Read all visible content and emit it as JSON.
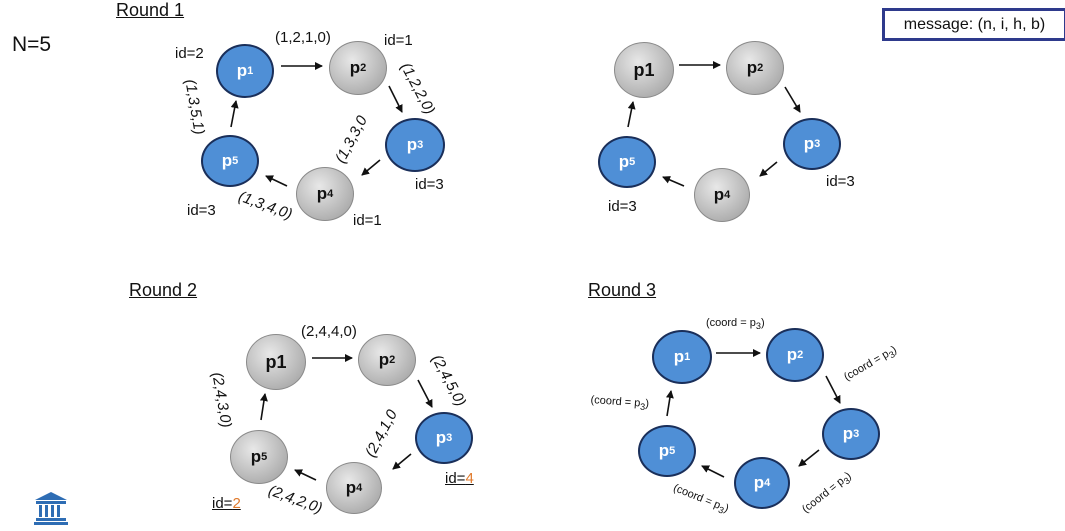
{
  "n_label": "N=5",
  "message_box": "message: (n, i, h, b)",
  "rounds": {
    "r1": {
      "title": "Round 1"
    },
    "r2": {
      "title": "Round 2"
    },
    "r3": {
      "title": "Round 3"
    }
  },
  "diagram1": {
    "nodes": {
      "p1": "p",
      "p2": "p",
      "p3": "p",
      "p4": "p",
      "p5": "p"
    },
    "subs": {
      "p1": "1",
      "p2": "2",
      "p3": "3",
      "p4": "4",
      "p5": "5"
    },
    "ids": {
      "p1": "id=2",
      "p2": "id=1",
      "p3": "id=3",
      "p4": "id=1",
      "p5": "id=3"
    },
    "msgs": {
      "m12": "(1,2,1,0)",
      "m23": "(1,2,2,0)",
      "m34": "(1,3,3,0",
      "m45": "(1,3,4,0)",
      "m51": "(1,3,5,1)"
    }
  },
  "diagram2": {
    "nodes": {
      "p1": "p1",
      "p2": "p",
      "p3": "p",
      "p4": "p",
      "p5": "p"
    },
    "subs": {
      "p2": "2",
      "p3": "3",
      "p4": "4",
      "p5": "5"
    },
    "ids": {
      "p3": "id=3",
      "p5": "id=3"
    }
  },
  "diagram3": {
    "nodes": {
      "p1": "p1",
      "p2": "p",
      "p3": "p",
      "p4": "p",
      "p5": "p"
    },
    "subs": {
      "p2": "2",
      "p3": "3",
      "p4": "4",
      "p5": "5"
    },
    "ids": {
      "p3_pre": "id=",
      "p3_val": "4",
      "p5_pre": "id=",
      "p5_val": "2"
    },
    "msgs": {
      "m12": "(2,4,4,0)",
      "m23": "(2,4,5,0)",
      "m34": "(2,4,1,0",
      "m45": "(2,4,2,0)",
      "m51": "(2,4,3,0)"
    }
  },
  "diagram4": {
    "nodes": {
      "p1": "p",
      "p2": "p",
      "p3": "p",
      "p4": "p",
      "p5": "p"
    },
    "subs": {
      "p1": "1",
      "p2": "2",
      "p3": "3",
      "p4": "4",
      "p5": "5"
    },
    "coord_text": "(coord = p",
    "coord_sub": "3",
    "coord_close": ")"
  },
  "logo_icon": "institution-building-icon"
}
